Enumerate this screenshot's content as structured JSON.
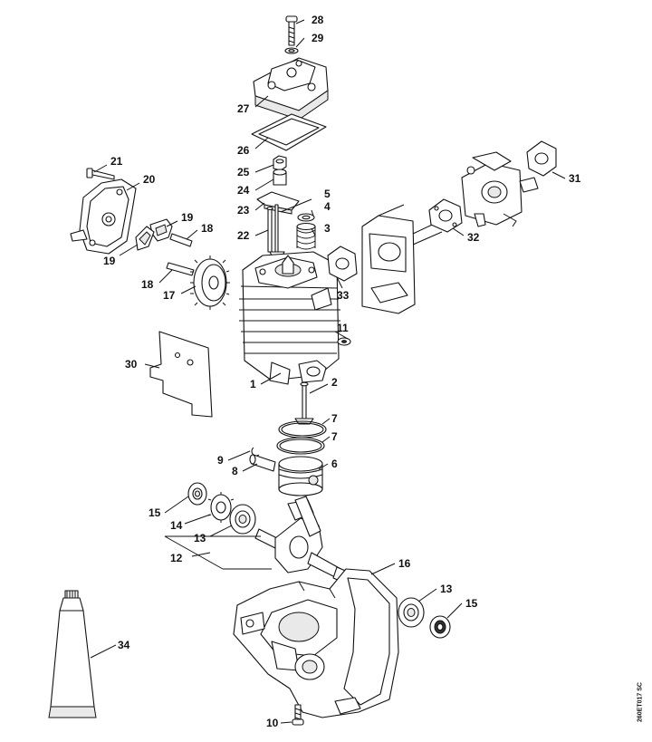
{
  "callouts": [
    "28",
    "29",
    "27",
    "26",
    "25",
    "24",
    "23",
    "22",
    "21",
    "20",
    "19",
    "18",
    "19",
    "18",
    "17",
    "5",
    "4",
    "3",
    "31",
    "32",
    "33",
    "30",
    "11",
    "1",
    "2",
    "7",
    "7",
    "6",
    "9",
    "8",
    "15",
    "14",
    "13",
    "12",
    "16",
    "13",
    "15",
    "34",
    "10"
  ],
  "drawing_code": "260ET017 SC",
  "colors": {
    "ink": "#111111",
    "background": "#ffffff",
    "shade": "#e9e9e9"
  }
}
